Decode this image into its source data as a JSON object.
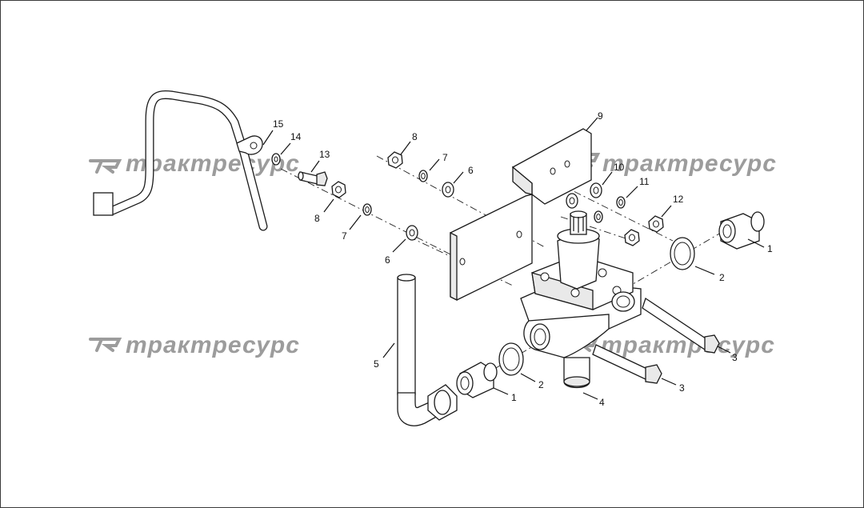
{
  "watermark": {
    "text": "трактресурс"
  },
  "callouts": {
    "c1a": "1",
    "c1b": "1",
    "c2a": "2",
    "c2b": "2",
    "c3a": "3",
    "c3b": "3",
    "c4": "4",
    "c5": "5",
    "c6a": "6",
    "c6b": "6",
    "c7a": "7",
    "c7b": "7",
    "c8a": "8",
    "c8b": "8",
    "c9": "9",
    "c10": "10",
    "c11": "11",
    "c12": "12",
    "c13": "13",
    "c14": "14",
    "c15": "15"
  }
}
